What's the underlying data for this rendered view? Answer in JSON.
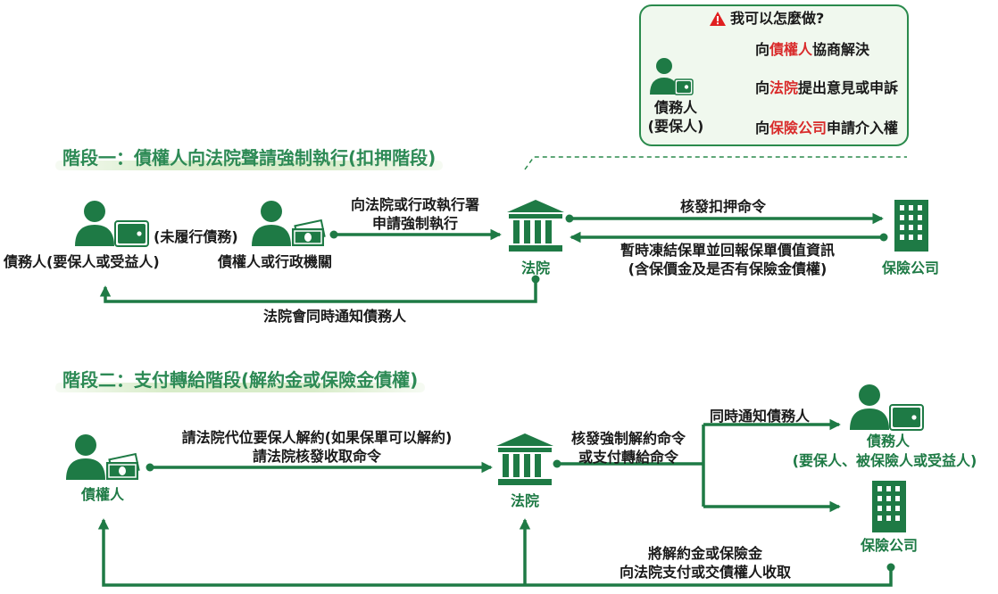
{
  "info_box": {
    "warning_title": "我可以怎麼做?",
    "debtor_label_line1": "債務人",
    "debtor_label_line2": "(要保人)",
    "options": [
      {
        "prefix": "向",
        "highlight": "債權人",
        "suffix": "協商解決"
      },
      {
        "prefix": "向",
        "highlight": "法院",
        "suffix": "提出意見或申訴"
      },
      {
        "prefix": "向",
        "highlight": "保險公司",
        "suffix": "申請介入權"
      }
    ]
  },
  "stage1": {
    "title": "階段一：債權人向法院聲請強制執行(扣押階段)",
    "debtor_label": "債務人(要保人或受益人)",
    "unpaid_label": "(未履行債務)",
    "creditor_label": "債權人或行政機關",
    "apply_line1": "向法院或行政執行署",
    "apply_line2": "申請強制執行",
    "court_label": "法院",
    "seizure_order": "核發扣押命令",
    "freeze_line1": "暫時凍結保單並回報保單價值資訊",
    "freeze_line2": "(含保價金及是否有保險金債權)",
    "insurer_label": "保險公司",
    "notify_debtor": "法院會同時通知債務人"
  },
  "stage2": {
    "title": "階段二：支付轉給階段(解約金或保險金債權)",
    "creditor_label": "債權人",
    "request_line1": "請法院代位要保人解約(如果保單可以解約)",
    "request_line2": "請法院核發收取命令",
    "court_label": "法院",
    "order_line1": "核發強制解約命令",
    "order_line2": "或支付轉給命令",
    "notify_debtor": "同時通知債務人",
    "debtor_label": "債務人",
    "debtor_sublabel": "(要保人、被保險人或受益人)",
    "insurer_label": "保險公司",
    "payment_line1": "將解約金或保險金",
    "payment_line2": "向法院支付或交債權人收取"
  },
  "colors": {
    "primary_green": "#1e7a45",
    "title_green": "#2d8a55",
    "highlight_red": "#d92b2b",
    "box_border": "#2a8a4c",
    "box_fill": "#f0f8ee"
  }
}
